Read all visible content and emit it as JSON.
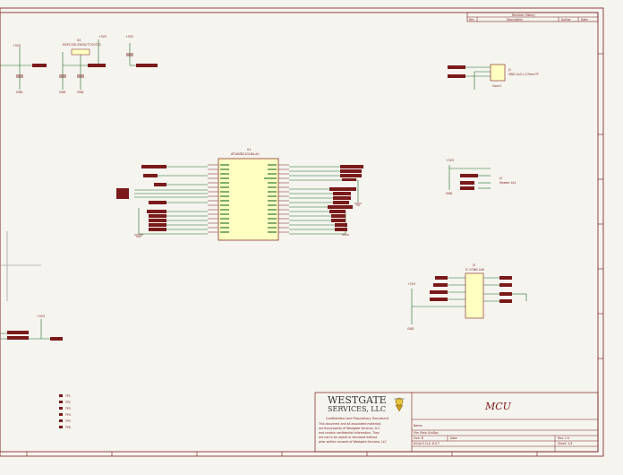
{
  "revision_table": {
    "title": "Revision History",
    "columns": [
      "Rev",
      "Description",
      "Author",
      "Date"
    ]
  },
  "title_block": {
    "company_line1": "WESTGATE",
    "company_line2": "SERVICES, LLC",
    "confidential_heading": "Confidential and Proprietary Document",
    "confidential_text": [
      "This document and all associated materials",
      "are the property of Westgate Services, LLC",
      "and contain confidential information. They",
      "are not to be copied or disclosed without",
      "prior written consent of Westgate Services, LLC"
    ],
    "sheet_title": "MCU",
    "name_label": "Name",
    "file_label": "File: Main.SchDoc",
    "size_label": "Size: B",
    "date_label": "Date",
    "kicad_label": "KiCad E.D.A. 8.0.7",
    "rev_label": "Rev: 1.0",
    "sheet_label": "Sheet: 1/3"
  },
  "mcu": {
    "ref": "U1",
    "value": "ATSAMD21G18A-AU"
  },
  "connector_j1": {
    "ref": "J1",
    "value": "SWD-2x3-1.27mm-TF",
    "label": "Conn1"
  },
  "connector_j2": {
    "ref": "J2",
    "label": "Header 4x1"
  },
  "connector_j3": {
    "ref": "J3",
    "label": "IC CONN 2x8"
  },
  "regulator": {
    "ref": "U2",
    "value": "MCP1700-3302E/TT-SOT23"
  },
  "power": {
    "v33": "+3V3",
    "gnd": "GND"
  },
  "crosshair": {
    "tool": "cursor"
  },
  "test_points": [
    "TP1",
    "TP2",
    "TP3",
    "TP4",
    "TP5",
    "TP6"
  ],
  "colors": {
    "paper": "#f5f4ef",
    "border": "#7a1a1a",
    "wire": "#1b6b28",
    "part_fill": "#ffffc2",
    "label": "#7a1a1a"
  }
}
